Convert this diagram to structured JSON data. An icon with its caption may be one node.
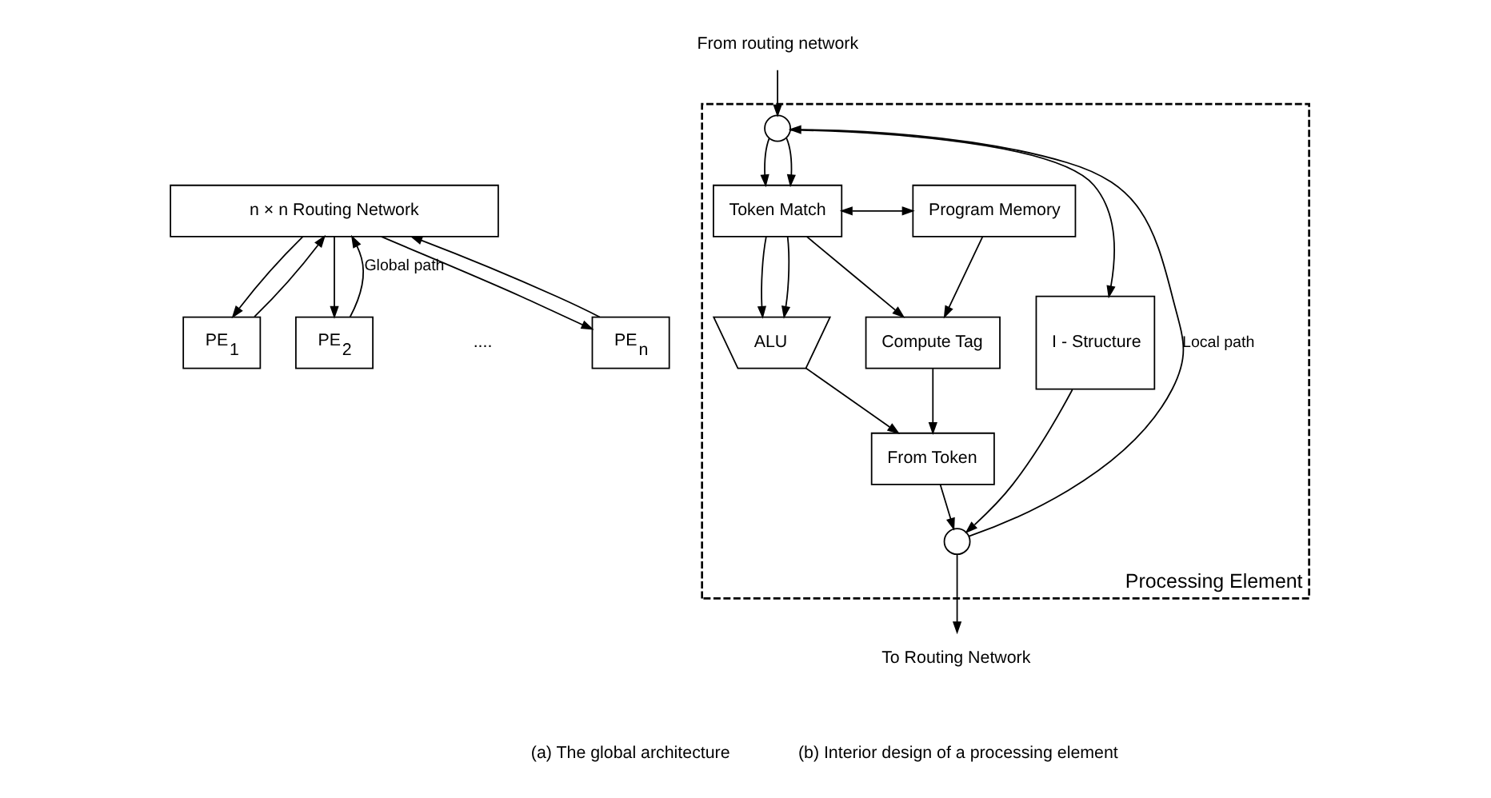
{
  "diagram": {
    "nodes": [
      {
        "text": [
          "n × n Routing Network"
        ]
      },
      {
        "text": [
          "PE$_{1}$"
        ]
      },
      {
        "text": [
          "PE$_{2}$"
        ]
      },
      {
        "text": [
          "PE$_{n}$"
        ]
      },
      {
        "text": [
          "Processing Element"
        ]
      },
      {
        "text": [
          "From routing network"
        ]
      },
      {
        "text": [],
        "shape": "circle",
        "in": 4
      },
      {
        "text": [
          "Token Match"
        ],
        "in": 4
      },
      {
        "text": [
          "Program Memory"
        ],
        "in": 4
      },
      {
        "text": [
          "I - Structure"
        ],
        "in": 4
      },
      {
        "text": [
          "ALU"
        ],
        "in": 4
      },
      {
        "text": [
          "Compute Tag"
        ],
        "in": 4
      },
      {
        "text": [
          "From Token"
        ],
        "in": 4
      },
      {
        "text": [],
        "shape": "circle",
        "in": 4
      },
      {
        "text": [
          "To Routing Network"
        ]
      }
    ],
    "edges": [
      {
        "from": 0,
        "to": 1,
        "arrow": "to"
      },
      {
        "from": 0,
        "to": 2,
        "arrow": "to"
      },
      {
        "from": 0,
        "to": 3,
        "arrow": "to"
      },
      {
        "from": 1,
        "to": 0,
        "arrow": "to"
      },
      {
        "from": 2,
        "to": 0,
        "arrow": "to",
        "label": "Global path"
      },
      {
        "from": 3,
        "to": 0,
        "arrow": "to"
      },
      {
        "from": 5,
        "to": 6,
        "arrow": "to"
      },
      {
        "from": 6,
        "to": 7,
        "arrow": "to"
      },
      {
        "from": 6,
        "to": 7,
        "arrow": "to"
      },
      {
        "from": 6,
        "to": 9,
        "arrow": "to"
      },
      {
        "from": 7,
        "to": 8,
        "arrow": "both"
      },
      {
        "from": 7,
        "to": 10,
        "arrow": "to"
      },
      {
        "from": 7,
        "to": 10,
        "arrow": "to"
      },
      {
        "from": 7,
        "to": 11,
        "arrow": "to"
      },
      {
        "from": 8,
        "to": 11,
        "arrow": "to"
      },
      {
        "from": 10,
        "to": 12,
        "arrow": "to"
      },
      {
        "from": 11,
        "to": 12,
        "arrow": "to"
      },
      {
        "from": 9,
        "to": 13,
        "arrow": "to"
      },
      {
        "from": 12,
        "to": 13,
        "arrow": "to"
      },
      {
        "from": 13,
        "to": 6,
        "arrow": "to",
        "label": "Local path"
      },
      {
        "from": 13,
        "to": 14,
        "arrow": "to"
      }
    ],
    "labels": [
      "....",
      "(a) The global architecture",
      "(b) Interior design of a processing element"
    ]
  }
}
